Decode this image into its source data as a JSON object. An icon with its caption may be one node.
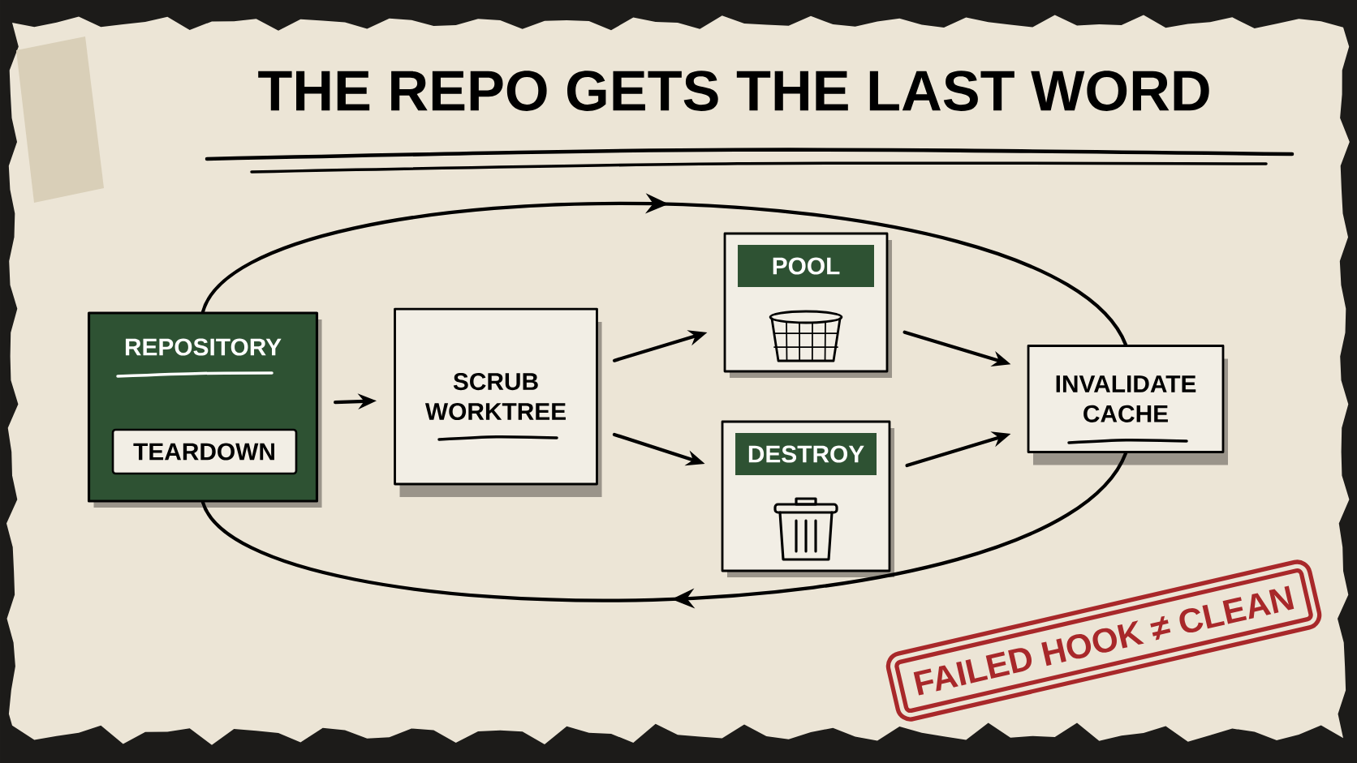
{
  "diagram": {
    "title": "THE REPO GETS THE LAST WORD",
    "nodes": [
      {
        "text": [
          "REPOSITORY"
        ]
      },
      {
        "text": [
          "TEARDOWN"
        ],
        "in": 0
      },
      {
        "text": [
          "SCRUB WORKTREE"
        ]
      },
      {
        "text": [
          "POOL"
        ]
      },
      {
        "text": [
          "DESTROY"
        ]
      },
      {
        "text": [
          "INVALIDATE CACHE"
        ]
      }
    ],
    "edges": [
      {
        "from": 0,
        "to": 2,
        "arrow": "to"
      },
      {
        "from": 2,
        "to": 3,
        "arrow": "to"
      },
      {
        "from": 2,
        "to": 4,
        "arrow": "to"
      },
      {
        "from": 3,
        "to": 5,
        "arrow": "to"
      },
      {
        "from": 4,
        "to": 5,
        "arrow": "to"
      },
      {
        "from": 0,
        "to": 5,
        "arrow": "to"
      },
      {
        "from": 5,
        "to": 0,
        "arrow": "to"
      }
    ],
    "labels": [
      "FAILED HOOK ≠ CLEAN"
    ]
  }
}
